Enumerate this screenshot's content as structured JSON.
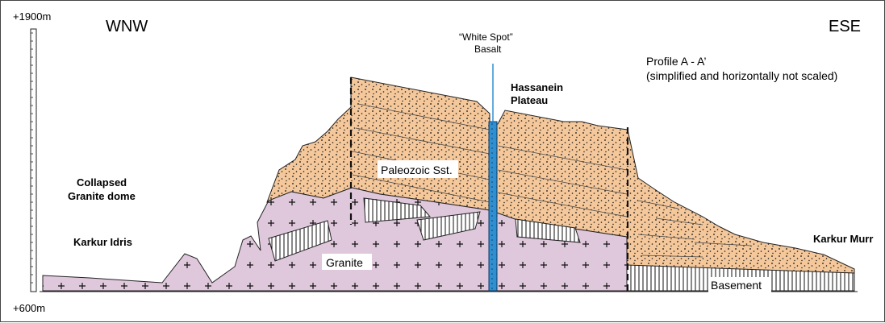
{
  "scale": {
    "top_label": "+1900m",
    "bottom_label": "+600m"
  },
  "directions": {
    "left": "WNW",
    "right": "ESE"
  },
  "annotations": {
    "white_spot_line1": "“White Spot”",
    "white_spot_line2": "Basalt",
    "hassanein_line1": "Hassanein",
    "hassanein_line2": "Plateau",
    "profile_line1": "Profile A - A’",
    "profile_line2": "(simplified and horizontally not scaled)",
    "collapsed_line1": "Collapsed",
    "collapsed_line2": "Granite dome",
    "karkur_idris": "Karkur Idris",
    "karkur_murr": "Karkur Murr"
  },
  "units": {
    "paleozoic": "Paleozoic Sst.",
    "granite": "Granite",
    "basement": "Basement"
  },
  "colors": {
    "sandstone": "#f5c89b",
    "granite": "#e0c8dc",
    "basalt": "#2f8fd0",
    "outline": "#222222"
  }
}
